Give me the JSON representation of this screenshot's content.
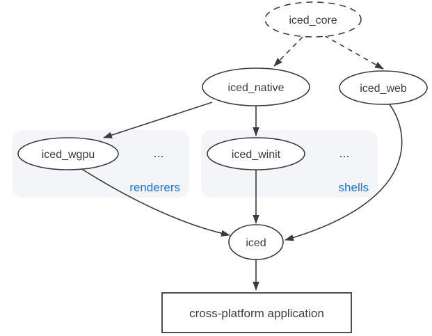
{
  "diagram": {
    "nodes": {
      "iced_core": {
        "label": "iced_core",
        "shape": "ellipse",
        "style": "dashed"
      },
      "iced_native": {
        "label": "iced_native",
        "shape": "ellipse",
        "style": "solid"
      },
      "iced_web": {
        "label": "iced_web",
        "shape": "ellipse",
        "style": "solid"
      },
      "iced_wgpu": {
        "label": "iced_wgpu",
        "shape": "ellipse",
        "style": "solid",
        "group": "renderers"
      },
      "iced_winit": {
        "label": "iced_winit",
        "shape": "ellipse",
        "style": "solid",
        "group": "shells"
      },
      "iced": {
        "label": "iced",
        "shape": "ellipse",
        "style": "solid"
      },
      "application": {
        "label": "cross-platform application",
        "shape": "rectangle",
        "style": "solid"
      }
    },
    "groups": {
      "renderers": {
        "label": "renderers",
        "ellipsis": "..."
      },
      "shells": {
        "label": "shells",
        "ellipsis": "..."
      }
    },
    "edges": [
      {
        "from": "iced_core",
        "to": "iced_native",
        "style": "dashed"
      },
      {
        "from": "iced_core",
        "to": "iced_web",
        "style": "dashed"
      },
      {
        "from": "iced_native",
        "to": "iced_wgpu",
        "style": "solid"
      },
      {
        "from": "iced_native",
        "to": "iced_winit",
        "style": "solid"
      },
      {
        "from": "iced_wgpu",
        "to": "iced",
        "style": "solid"
      },
      {
        "from": "iced_winit",
        "to": "iced",
        "style": "solid"
      },
      {
        "from": "iced_web",
        "to": "iced",
        "style": "solid"
      },
      {
        "from": "iced",
        "to": "application",
        "style": "solid"
      }
    ],
    "colors": {
      "line": "#3b3b3b",
      "node_text": "#3b3b3b",
      "group_label": "#1a73e8",
      "group_background": "#f3f5f8",
      "node_fill": "#ffffff",
      "canvas_background": "#ffffff"
    }
  }
}
